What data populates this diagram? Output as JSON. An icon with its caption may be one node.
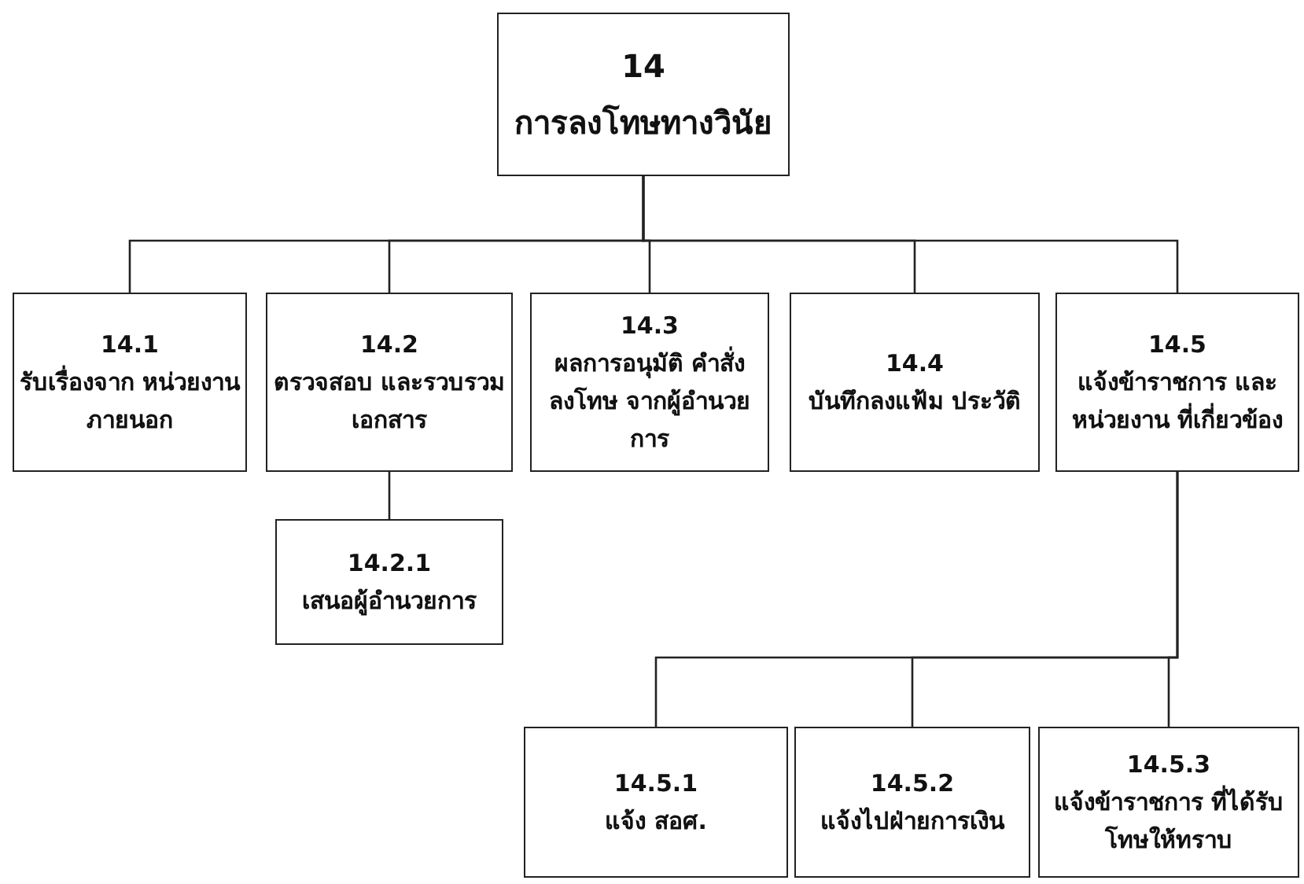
{
  "diagram": {
    "nodes": [
      {
        "text": [
          "14",
          "การลงโทษทางวินัย"
        ]
      },
      {
        "text": [
          "14.1",
          "รับเรื่องจาก หน่วยงานภายนอก"
        ]
      },
      {
        "text": [
          "14.2",
          "ตรวจสอบ และรวบรวมเอกสาร"
        ]
      },
      {
        "text": [
          "14.3",
          "ผลการอนุมัติ คำสั่งลงโทษ จากผู้อำนวยการ"
        ]
      },
      {
        "text": [
          "14.4",
          "บันทึกลงแฟ้ม ประวัติ"
        ]
      },
      {
        "text": [
          "14.5",
          "แจ้งข้าราชการ และหน่วยงาน ที่เกี่ยวข้อง"
        ]
      },
      {
        "text": [
          "14.2.1",
          "เสนอผู้อำนวยการ"
        ]
      },
      {
        "text": [
          "14.5.1",
          "แจ้ง สอศ."
        ]
      },
      {
        "text": [
          "14.5.2",
          "แจ้งไปฝ่ายการเงิน"
        ]
      },
      {
        "text": [
          "14.5.3",
          "แจ้งข้าราชการ ที่ได้รับโทษให้ทราบ"
        ]
      }
    ],
    "edges": [
      {
        "from": 0,
        "to": 1,
        "arrow": "none"
      },
      {
        "from": 0,
        "to": 2,
        "arrow": "none"
      },
      {
        "from": 0,
        "to": 3,
        "arrow": "none"
      },
      {
        "from": 0,
        "to": 4,
        "arrow": "none"
      },
      {
        "from": 0,
        "to": 5,
        "arrow": "none"
      },
      {
        "from": 2,
        "to": 6,
        "arrow": "none"
      },
      {
        "from": 5,
        "to": 7,
        "arrow": "none"
      },
      {
        "from": 5,
        "to": 8,
        "arrow": "none"
      },
      {
        "from": 5,
        "to": 9,
        "arrow": "none"
      }
    ]
  }
}
